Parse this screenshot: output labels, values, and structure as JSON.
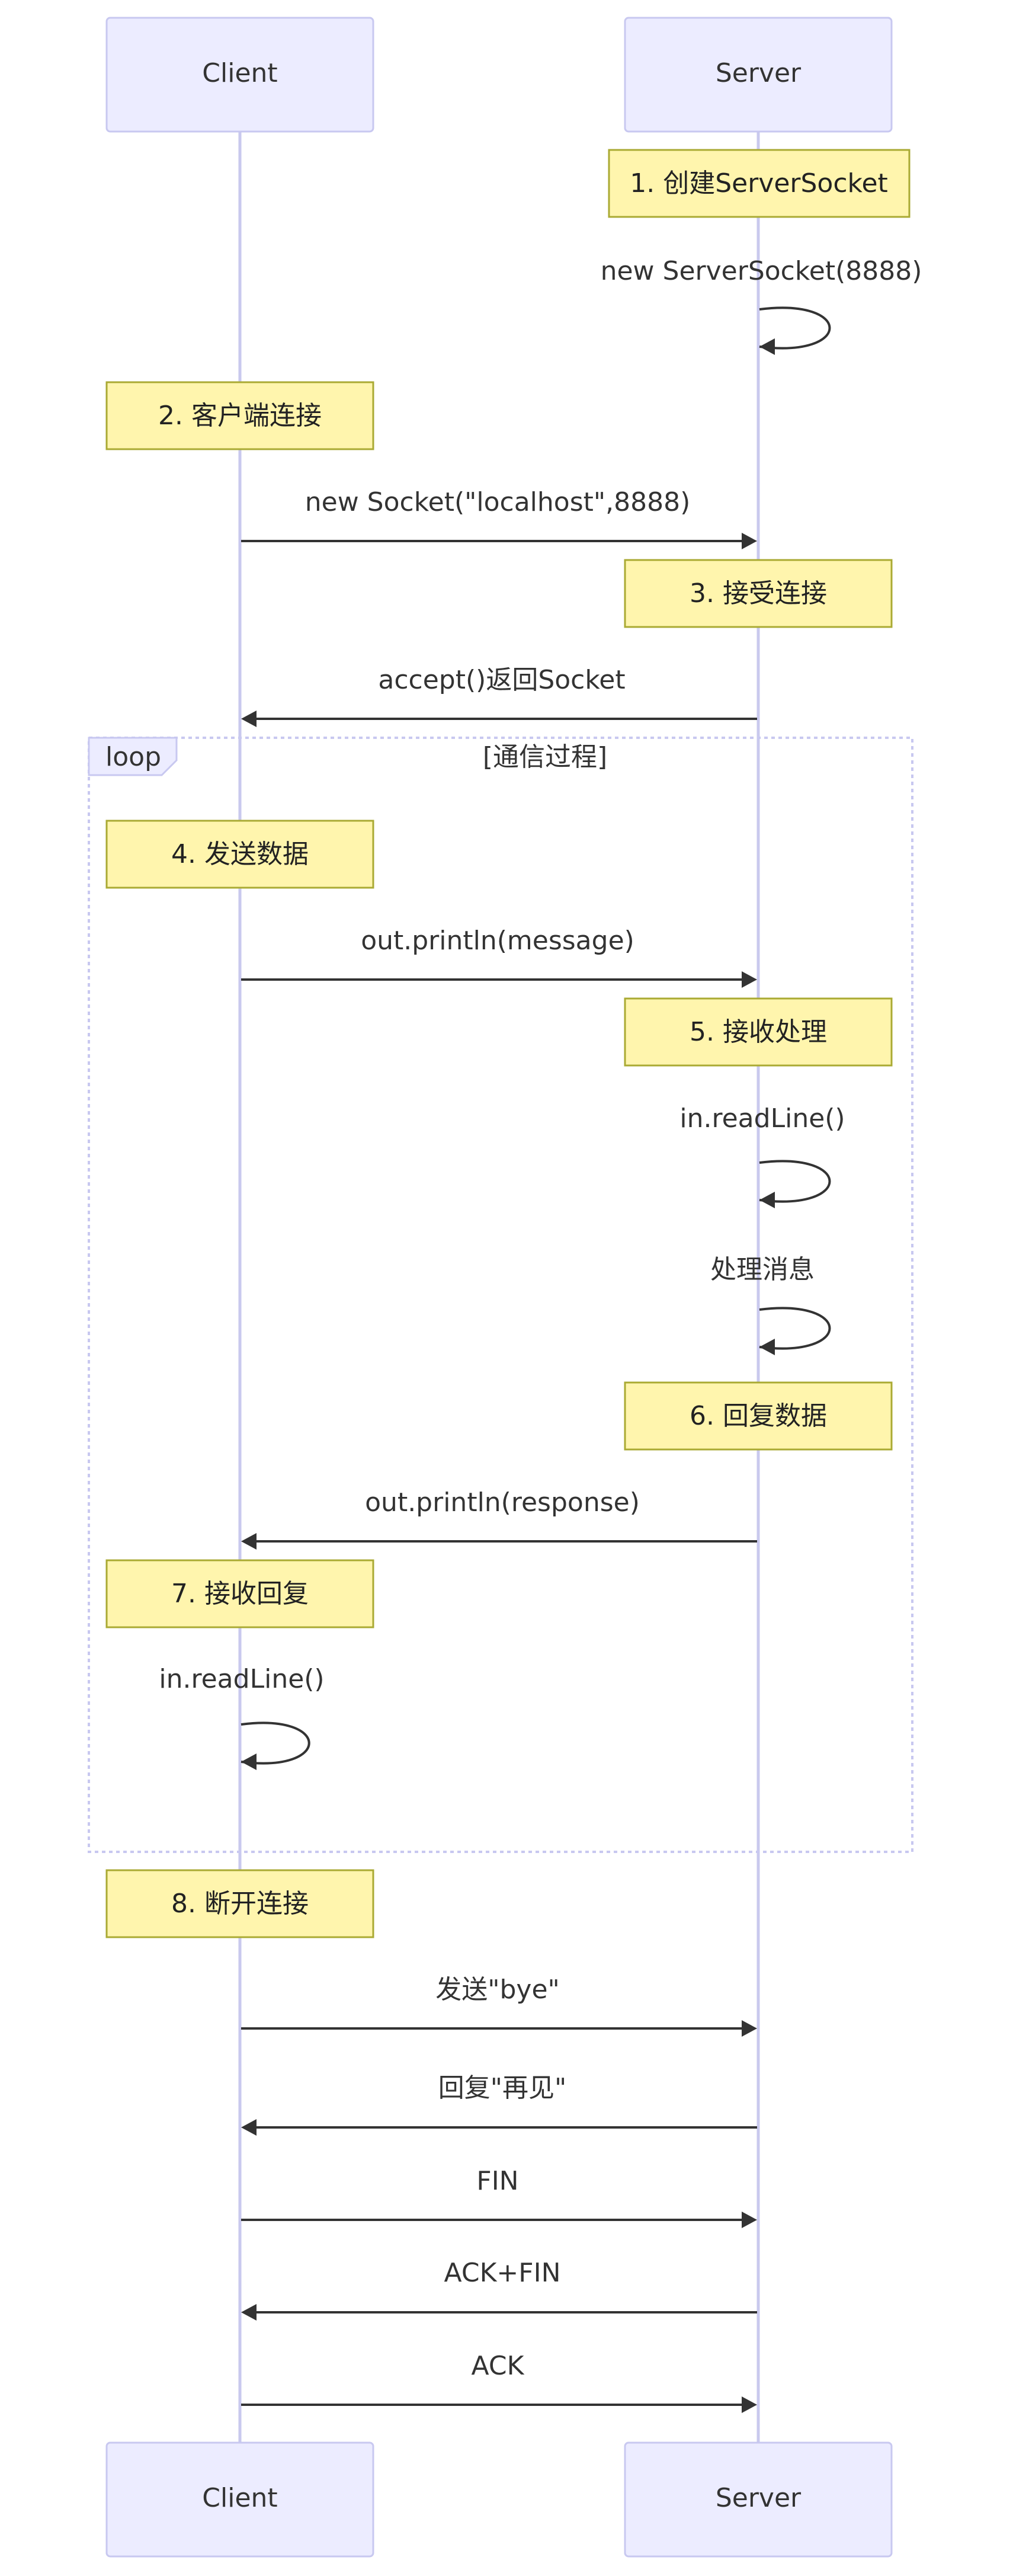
{
  "participants": {
    "client": "Client",
    "server": "Server"
  },
  "steps": [
    {
      "type": "note",
      "actor": "server",
      "text": "1. 创建ServerSocket"
    },
    {
      "type": "self",
      "actor": "server",
      "text": "new ServerSocket(8888)"
    },
    {
      "type": "note",
      "actor": "client",
      "text": "2. 客户端连接"
    },
    {
      "type": "msg",
      "from": "client",
      "to": "server",
      "text": "new Socket(\"localhost\",8888)"
    },
    {
      "type": "note",
      "actor": "server",
      "text": "3. 接受连接"
    },
    {
      "type": "msg",
      "from": "server",
      "to": "client",
      "text": "accept()返回Socket"
    },
    {
      "type": "loop_start",
      "label": "loop",
      "condition": "[通信过程]"
    },
    {
      "type": "note",
      "actor": "client",
      "text": "4. 发送数据"
    },
    {
      "type": "msg",
      "from": "client",
      "to": "server",
      "text": "out.println(message)"
    },
    {
      "type": "note",
      "actor": "server",
      "text": "5. 接收处理"
    },
    {
      "type": "self",
      "actor": "server",
      "text": "in.readLine()"
    },
    {
      "type": "self",
      "actor": "server",
      "text": "处理消息"
    },
    {
      "type": "note",
      "actor": "server",
      "text": "6. 回复数据"
    },
    {
      "type": "msg",
      "from": "server",
      "to": "client",
      "text": "out.println(response)"
    },
    {
      "type": "note",
      "actor": "client",
      "text": "7. 接收回复"
    },
    {
      "type": "self",
      "actor": "client",
      "text": "in.readLine()"
    },
    {
      "type": "loop_end"
    },
    {
      "type": "note",
      "actor": "client",
      "text": "8. 断开连接"
    },
    {
      "type": "msg",
      "from": "client",
      "to": "server",
      "text": "发送\"bye\""
    },
    {
      "type": "msg",
      "from": "server",
      "to": "client",
      "text": "回复\"再见\""
    },
    {
      "type": "msg",
      "from": "client",
      "to": "server",
      "text": "FIN"
    },
    {
      "type": "msg",
      "from": "server",
      "to": "client",
      "text": "ACK+FIN"
    },
    {
      "type": "msg",
      "from": "client",
      "to": "server",
      "text": "ACK"
    }
  ]
}
